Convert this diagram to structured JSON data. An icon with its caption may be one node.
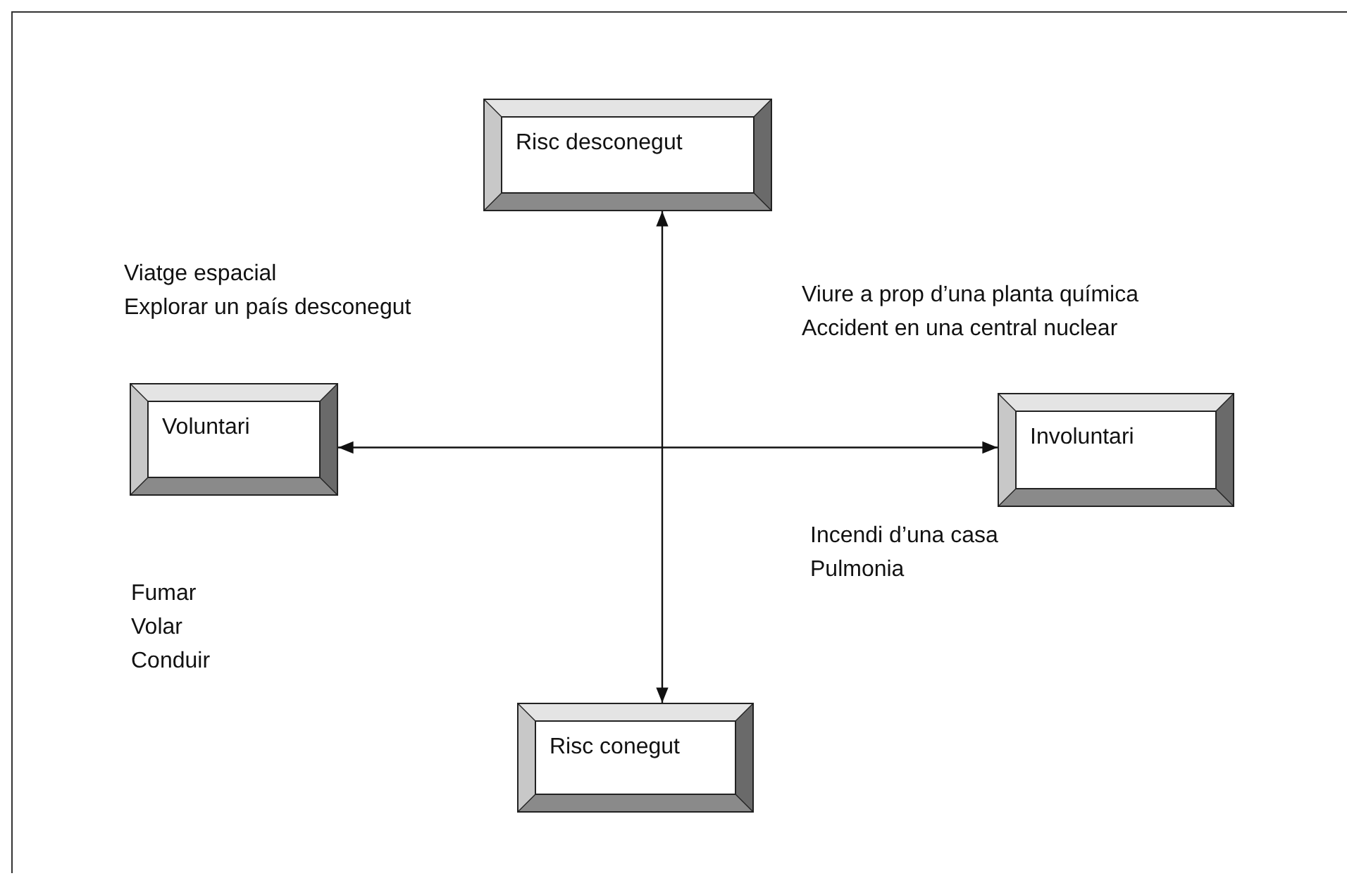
{
  "diagram": {
    "nodes": [
      {
        "text": [
          "Risc desconegut"
        ]
      },
      {
        "text": [
          "Voluntari"
        ]
      },
      {
        "text": [
          "Involuntari"
        ]
      },
      {
        "text": [
          "Risc conegut"
        ]
      }
    ],
    "edges": [
      {
        "from": 0,
        "to": 3,
        "arrow": "both"
      },
      {
        "from": 1,
        "to": 2,
        "arrow": "both"
      }
    ],
    "labels": [
      "Viatge espacial",
      "Explorar un país desconegut",
      "Viure a prop d’una planta química",
      "Accident en una central nuclear",
      "Fumar",
      "Volar",
      "Conduir",
      "Incendi d’una casa",
      "Pulmonia"
    ]
  }
}
